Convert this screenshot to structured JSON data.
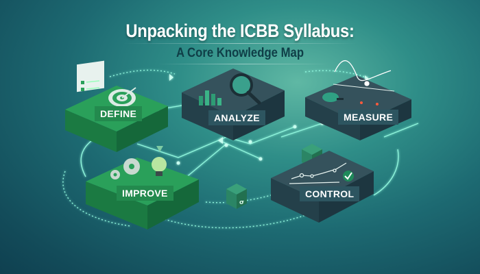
{
  "header": {
    "title": "Unpacking the ICBB Syllabus:",
    "subtitle": "A Core Knowledge Map"
  },
  "modules": [
    {
      "id": "define",
      "label": "DEFINE",
      "icons": [
        "checklist-icon",
        "target-icon"
      ],
      "color": "#1f8a4c"
    },
    {
      "id": "analyze",
      "label": "ANALYZE",
      "icons": [
        "bar-chart-icon",
        "magnifier-icon"
      ],
      "color": "#2a4a55"
    },
    {
      "id": "measure",
      "label": "MEASURE",
      "icons": [
        "line-graph-icon",
        "gauge-icon"
      ],
      "color": "#2a4a55"
    },
    {
      "id": "improve",
      "label": "IMPROVE",
      "icons": [
        "gear-icon",
        "lightbulb-icon"
      ],
      "color": "#1f8a4c"
    },
    {
      "id": "control",
      "label": "CONTROL",
      "icons": [
        "trend-chart-icon",
        "checkmark-icon"
      ],
      "color": "#2a4a55"
    }
  ],
  "colors": {
    "background_dark": "#134c5a",
    "background_light": "#5fb8a4",
    "green_block": "#1f8a4c",
    "dark_block": "#2a4a55",
    "connector_glow": "#7ff0d8"
  }
}
